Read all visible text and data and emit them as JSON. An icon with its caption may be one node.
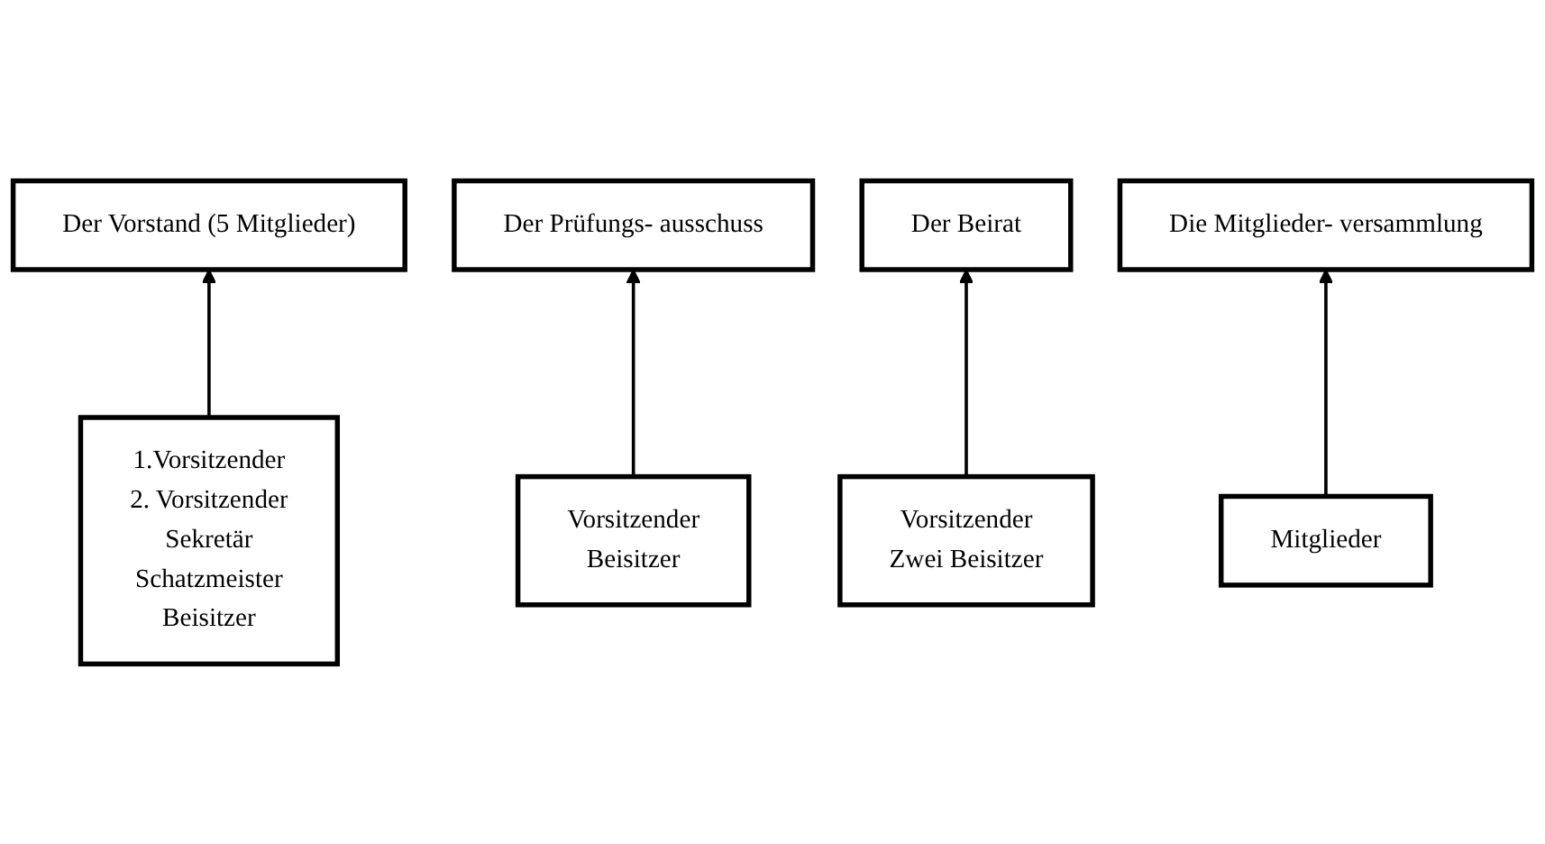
{
  "diagram": {
    "nodes": [
      {
        "text": [
          "Der Vorstand (5 Mitglieder)"
        ]
      },
      {
        "text": [
          "Der Prüfungs- ausschuss"
        ]
      },
      {
        "text": [
          "Der Beirat"
        ]
      },
      {
        "text": [
          "Die Mitglieder- versammlung"
        ]
      },
      {
        "text": [
          "1.Vorsitzender",
          "2. Vorsitzender",
          "Sekretär",
          "Schatzmeister",
          "Beisitzer"
        ]
      },
      {
        "text": [
          "Vorsitzender",
          "Beisitzer"
        ]
      },
      {
        "text": [
          "Vorsitzender",
          "Zwei Beisitzer"
        ]
      },
      {
        "text": [
          "Mitglieder"
        ]
      }
    ],
    "edges": [
      {
        "from": 4,
        "to": 0,
        "arrow": "to"
      },
      {
        "from": 5,
        "to": 1,
        "arrow": "to"
      },
      {
        "from": 6,
        "to": 2,
        "arrow": "to"
      },
      {
        "from": 7,
        "to": 3,
        "arrow": "to"
      }
    ]
  }
}
